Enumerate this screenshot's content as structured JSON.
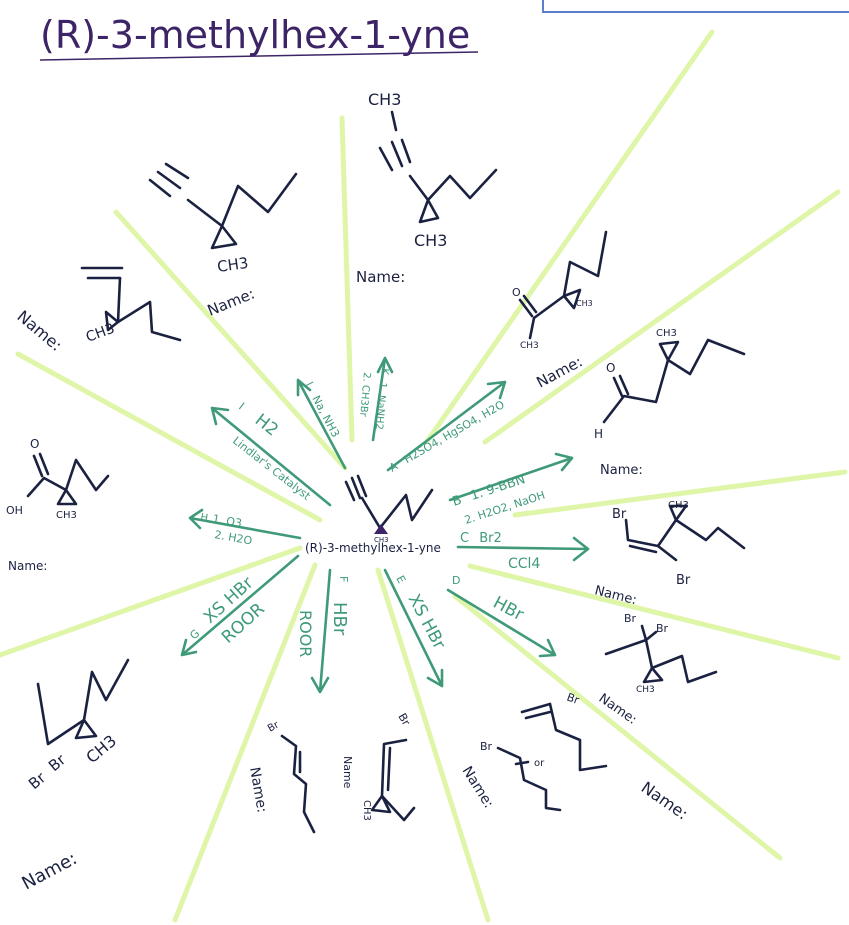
{
  "title": "(R)-3-methylhex-1-yne",
  "center_label": "(R)-3-methylhex-1-yne",
  "center_label_small": "CH3",
  "name_label": "Name:",
  "name_label_alt": "Name",
  "reactions": [
    {
      "letter": "A",
      "reagent_lines": [
        "H2SO4, HgSO4, H2O"
      ]
    },
    {
      "letter": "B",
      "reagent_lines": [
        "1. 9-BBN",
        "2. H2O2, NaOH"
      ]
    },
    {
      "letter": "C",
      "reagent_lines": [
        "Br2",
        "CCl4"
      ]
    },
    {
      "letter": "D",
      "reagent_lines": [
        "HBr"
      ]
    },
    {
      "letter": "E",
      "reagent_lines": [
        "XS HBr"
      ]
    },
    {
      "letter": "F",
      "reagent_lines": [
        "HBr",
        "ROOR"
      ]
    },
    {
      "letter": "G",
      "reagent_lines": [
        "XS HBr",
        "ROOR"
      ]
    },
    {
      "letter": "H",
      "reagent_lines": [
        "1. O3",
        "2. H2O"
      ]
    },
    {
      "letter": "I",
      "reagent_lines": [
        "H2",
        "Lindlar's Catalyst"
      ]
    },
    {
      "letter": "J",
      "reagent_lines": [
        "Na, NH3"
      ]
    },
    {
      "letter": "K",
      "reagent_lines": [
        "1. NaNH2",
        "2. CH3Br"
      ]
    }
  ],
  "atom_labels": {
    "ch3": "CH3",
    "br": "Br",
    "o": "O",
    "oh": "OH",
    "h": "H",
    "or": "or"
  },
  "colors": {
    "title": "#3c2466",
    "ink": "#1b2140",
    "reagent": "#3f9a78",
    "ray": "#dff5a8",
    "frame": "#5b7fc9"
  }
}
